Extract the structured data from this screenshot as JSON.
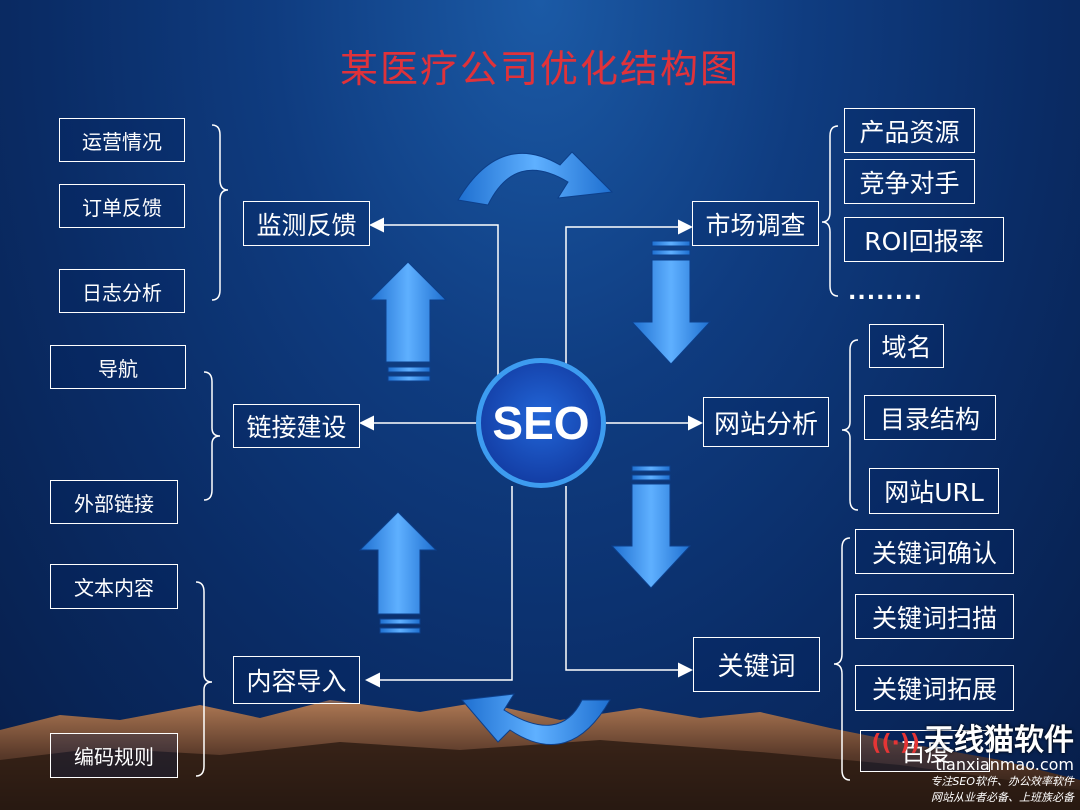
{
  "title": "某医疗公司优化结构图",
  "center": "SEO",
  "left_groups": {
    "monitor": {
      "main": "监测反馈",
      "items": [
        "运营情况",
        "订单反馈",
        "日志分析"
      ]
    },
    "link": {
      "main": "链接建设",
      "items": [
        "导航",
        "外部链接"
      ]
    },
    "content": {
      "main": "内容导入",
      "items": [
        "文本内容",
        "编码规则"
      ]
    }
  },
  "right_groups": {
    "market": {
      "main": "市场调查",
      "items": [
        "产品资源",
        "竞争对手",
        "ROI回报率"
      ],
      "more": "........"
    },
    "site": {
      "main": "网站分析",
      "items": [
        "域名",
        "目录结构",
        "网站URL"
      ]
    },
    "keyword": {
      "main": "关键词",
      "items": [
        "关键词确认",
        "关键词扫描",
        "关键词拓展"
      ],
      "partial": "百度"
    }
  },
  "watermark": {
    "brand": "天线猫软件",
    "domain": "tianxianmao.com",
    "tagline1": "专注SEO软件、办公效率软件",
    "tagline2": "网站从业者必备、上班族必备"
  },
  "colors": {
    "title": "#e0323a",
    "arrow": "#3a8fe8",
    "accent": "#3d9cf0"
  }
}
